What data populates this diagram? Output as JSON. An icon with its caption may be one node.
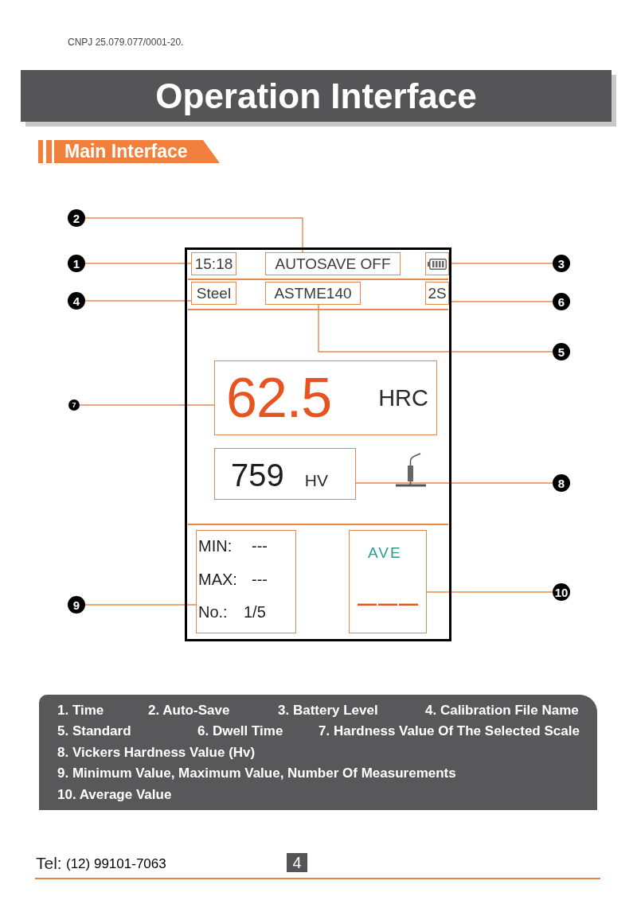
{
  "diagram": {
    "title": "Operation Interface",
    "nodes": [
      {
        "text": [
          "Main Interface"
        ]
      },
      {
        "text": [
          "2"
        ]
      },
      {
        "text": [
          "1"
        ]
      },
      {
        "text": [],
        "shape": "box"
      },
      {
        "text": [
          "15:18"
        ],
        "in": 3
      },
      {
        "text": [
          "AUTOSAVE OFF"
        ],
        "in": 3
      },
      {
        "text": [],
        "shape": "battery",
        "in": 3
      },
      {
        "text": [
          "3"
        ]
      },
      {
        "text": [
          "4"
        ]
      },
      {
        "text": [
          "Steel"
        ],
        "in": 3
      },
      {
        "text": [
          "ASTME140"
        ],
        "in": 3
      },
      {
        "text": [
          "2S"
        ],
        "in": 3
      },
      {
        "text": [
          "6"
        ]
      },
      {
        "text": [
          "5"
        ]
      },
      {
        "text": [
          "7"
        ]
      },
      {
        "text": [
          "62.5",
          "HRC"
        ],
        "in": 3
      },
      {
        "text": [
          "759",
          "HV"
        ],
        "in": 3
      },
      {
        "text": [
          "8"
        ]
      },
      {
        "text": [
          "MIN:",
          "---",
          "MAX:",
          "---",
          "No.:",
          "1/5"
        ],
        "in": 3
      },
      {
        "text": [
          "AVE",
          "———"
        ],
        "in": 3
      },
      {
        "text": [
          "10"
        ]
      },
      {
        "text": [
          "9"
        ]
      },
      {
        "text": [
          "1. Time",
          "2. Auto-Save",
          "3. Battery Level",
          "4. Calibration File Name",
          "5. Standard",
          "6. Dwell Time",
          "7. Hardness Value Of The Selected Scale",
          "8. Vickers Hardness Value (Hv)",
          "9. Minimum Value, Maximum Value, Number Of Measurements",
          "10. Average Value"
        ]
      },
      {
        "text": [
          "4"
        ]
      }
    ],
    "edges": [
      {
        "from": 1,
        "to": 5,
        "arrow": "none"
      },
      {
        "from": 2,
        "to": 4,
        "arrow": "none"
      },
      {
        "from": 7,
        "to": 6,
        "arrow": "none"
      },
      {
        "from": 8,
        "to": 9,
        "arrow": "none"
      },
      {
        "from": 12,
        "to": 11,
        "arrow": "none"
      },
      {
        "from": 13,
        "to": 10,
        "arrow": "none"
      },
      {
        "from": 14,
        "to": 15,
        "arrow": "none"
      },
      {
        "from": 17,
        "to": 16,
        "arrow": "none"
      },
      {
        "from": 21,
        "to": 18,
        "arrow": "none"
      },
      {
        "from": 20,
        "to": 19,
        "arrow": "none"
      }
    ],
    "labels": [
      "CNPJ 25.079.077/0001-20.",
      "Tel:",
      "(12) 99101-7063"
    ]
  }
}
